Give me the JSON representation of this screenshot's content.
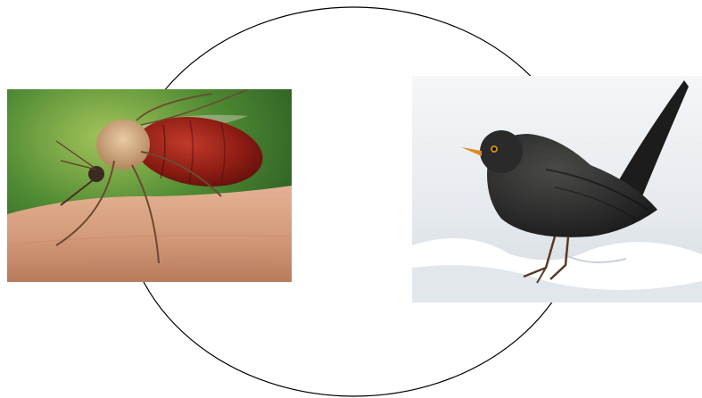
{
  "diagram": {
    "cycle": {
      "shape": "ellipse",
      "stroke_color": "#000000"
    },
    "nodes": [
      {
        "id": "mosquito",
        "kind": "photograph",
        "subject": "mosquito-icon"
      },
      {
        "id": "blackbird",
        "kind": "photograph",
        "subject": "blackbird-icon"
      }
    ]
  },
  "colors": {
    "background": "#ffffff",
    "skin": "#d9a688",
    "mosquito_body": "#8e1d14",
    "foliage": "#3f7a2c",
    "bird": "#2b2b2b",
    "beak": "#e08a1e",
    "snow": "#eef1f4"
  }
}
